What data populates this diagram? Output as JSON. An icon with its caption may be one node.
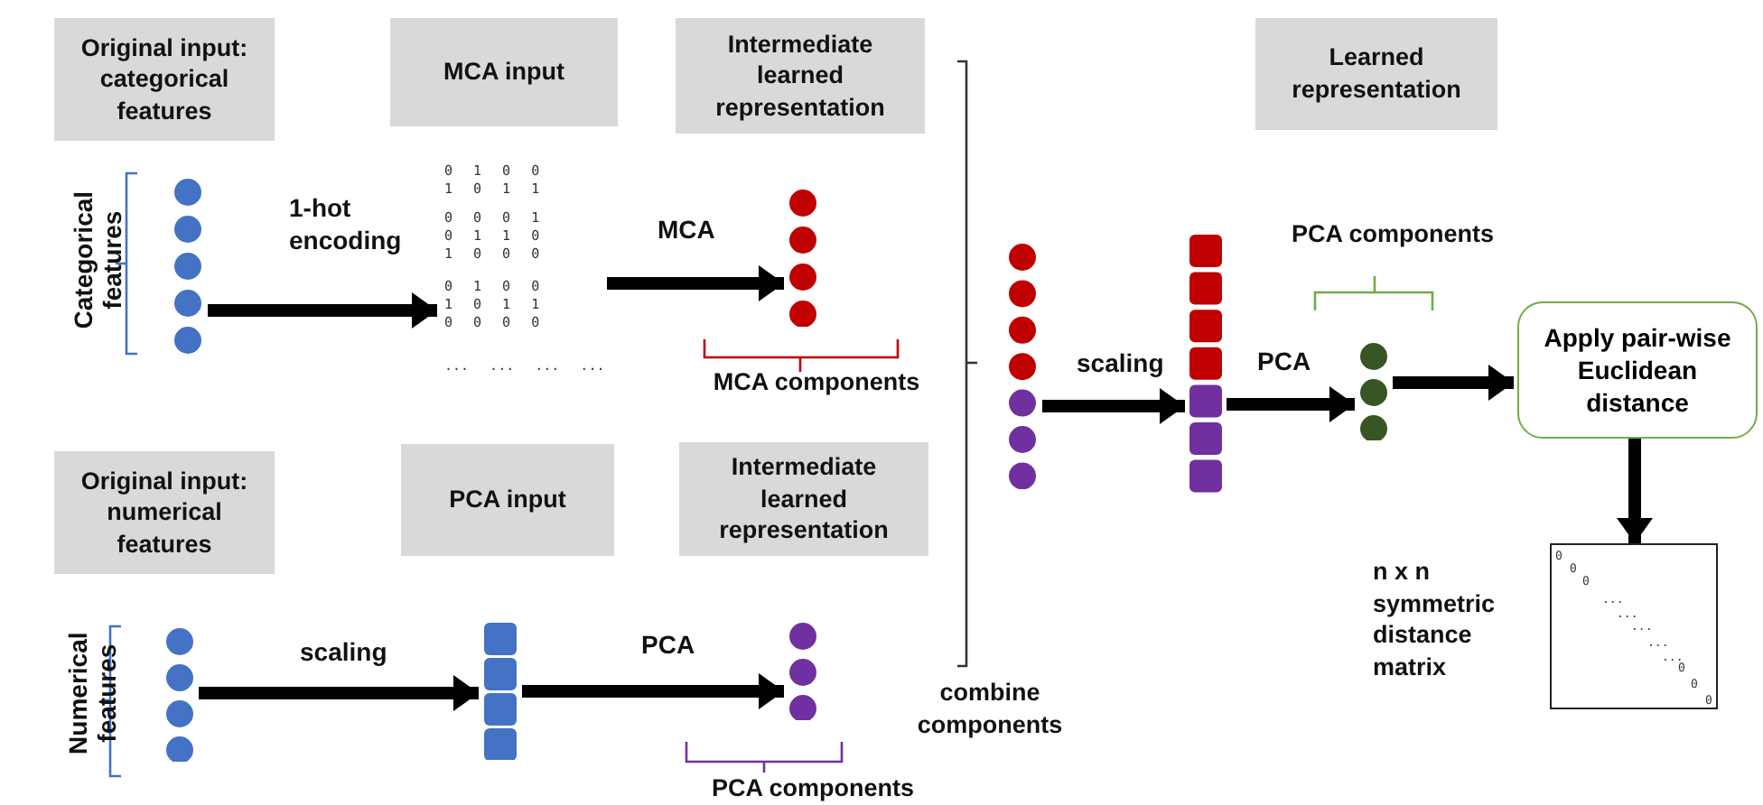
{
  "diagram": {
    "nodes": [
      {
        "text": [
          "Original input: categorical features"
        ]
      },
      {
        "text": [
          "MCA input"
        ]
      },
      {
        "text": [
          "Intermediate learned representation"
        ]
      },
      {
        "text": [
          "Learned representation"
        ]
      },
      {
        "text": [
          "Original input: numerical features"
        ]
      },
      {
        "text": [
          "PCA input"
        ]
      },
      {
        "text": [
          "Intermediate learned representation"
        ]
      },
      {
        "text": [],
        "shape": "circle"
      },
      {
        "text": [
          "0 1 0 0",
          "1 0 1 1",
          "0 0 0 1",
          "0 1 1 0",
          "1 0 0 0",
          "0 1 0 0",
          "1 0 1 1",
          "0 0 0 0",
          "... ... ... ..."
        ]
      },
      {
        "text": [],
        "shape": "circle"
      },
      {
        "text": [],
        "shape": "circle"
      },
      {
        "text": [],
        "shape": "box"
      },
      {
        "text": [],
        "shape": "circle"
      },
      {
        "text": [],
        "shape": "circle"
      },
      {
        "text": [],
        "shape": "box"
      },
      {
        "text": [],
        "shape": "circle"
      },
      {
        "text": [
          "Apply pair-wise Euclidean distance"
        ]
      },
      {
        "text": [
          "0",
          "0",
          "0",
          "...",
          "...",
          "...",
          "...",
          "...",
          "0",
          "0",
          "0"
        ],
        "beside": [
          "n x n symmetric distance matrix"
        ]
      }
    ],
    "edges": [
      {
        "from": 7,
        "to": 8,
        "label": "1-hot encoding",
        "arrow": "to"
      },
      {
        "from": 8,
        "to": 9,
        "label": "MCA",
        "arrow": "to"
      },
      {
        "from": 10,
        "to": 11,
        "label": "scaling",
        "arrow": "to"
      },
      {
        "from": 11,
        "to": 12,
        "label": "PCA",
        "arrow": "to"
      },
      {
        "from": 13,
        "to": 14,
        "label": "scaling",
        "arrow": "to"
      },
      {
        "from": 14,
        "to": 15,
        "label": "PCA",
        "arrow": "to"
      },
      {
        "from": 15,
        "to": 16,
        "arrow": "to"
      },
      {
        "from": 16,
        "to": 17,
        "arrow": "to"
      }
    ],
    "labels": [
      "Categorical features",
      "MCA components",
      "PCA components",
      "combine components",
      "Numerical features",
      "PCA components"
    ]
  }
}
